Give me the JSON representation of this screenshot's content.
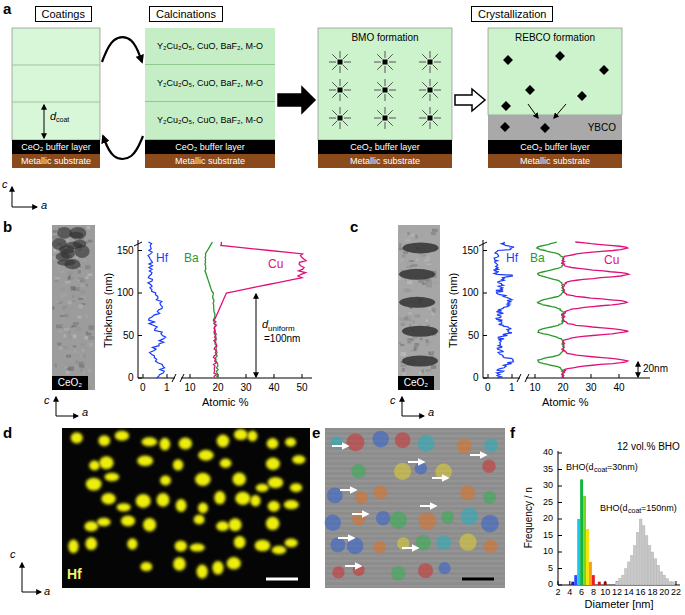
{
  "diagram": {
    "nodes": [
      {
        "text": [
          "Coatings"
        ]
      },
      {
        "text": [
          "CeO₂ buffer layer"
        ],
        "in": 0
      },
      {
        "text": [
          "Metallic substrate"
        ],
        "in": 0
      },
      {
        "text": [
          "Calcinations"
        ]
      },
      {
        "text": [
          "Y₂Cu₂O₅, CuO, BaF₂, M-O"
        ],
        "in": 3
      },
      {
        "text": [
          "Y₂Cu₂O₅, CuO, BaF₂, M-O"
        ],
        "in": 3
      },
      {
        "text": [
          "Y₂Cu₂O₅, CuO, BaF₂, M-O"
        ],
        "in": 3
      },
      {
        "text": [
          "CeO₂ buffer layer"
        ],
        "in": 3
      },
      {
        "text": [
          "Metallic substrate"
        ],
        "in": 3
      },
      {
        "text": [
          "Crystallization"
        ]
      },
      {
        "text": [
          "BMO formation"
        ],
        "in": 9
      },
      {
        "text": [
          "CeO₂ buffer layer"
        ],
        "in": 10
      },
      {
        "text": [
          "Metallic substrate"
        ],
        "in": 10
      },
      {
        "text": [
          "REBCO formation"
        ],
        "in": 9
      },
      {
        "text": [
          "YBCO"
        ],
        "in": 13
      },
      {
        "text": [
          "CeO₂ buffer layer"
        ],
        "in": 13
      },
      {
        "text": [
          "Metallic substrate"
        ],
        "in": 13
      },
      {
        "text": [
          "CeO₂"
        ]
      },
      {
        "text": [
          "CeO₂"
        ]
      }
    ],
    "edges": [
      {
        "from": 0,
        "to": 3,
        "arrow": "to"
      },
      {
        "from": 3,
        "to": 0,
        "arrow": "to"
      },
      {
        "from": 3,
        "to": 10,
        "arrow": "to"
      },
      {
        "from": 10,
        "to": 13,
        "arrow": "to"
      }
    ],
    "labels": [
      "a",
      "d",
      "coat",
      "c",
      "a",
      "b",
      "Thickness (nm)",
      "0",
      "50",
      "100",
      "150",
      "0",
      "1",
      "10",
      "20",
      "30",
      "40",
      "50",
      "Atomic %",
      "Hf",
      "Ba",
      "Cu",
      "d",
      "uniform",
      "=100nm",
      "c",
      "a",
      "c",
      "Thickness (nm)",
      "0",
      "50",
      "100",
      "150",
      "0",
      "1",
      "10",
      "20",
      "30",
      "40",
      "Atomic %",
      "Hf",
      "Ba",
      "Cu",
      "20nm",
      "c",
      "a",
      "d",
      "Hf",
      "c",
      "a",
      "e",
      "f",
      "Frequency / n",
      "0",
      "5",
      "10",
      "15",
      "20",
      "25",
      "30",
      "35",
      "40",
      "2",
      "4",
      "6",
      "8",
      "10",
      "12",
      "14",
      "16",
      "18",
      "20",
      "22",
      "Diameter [nm]",
      "12 vol.% BHO",
      "BHO(d",
      "coat",
      "=30nm)",
      "BHO(d",
      "coat",
      "=150nm)"
    ]
  }
}
